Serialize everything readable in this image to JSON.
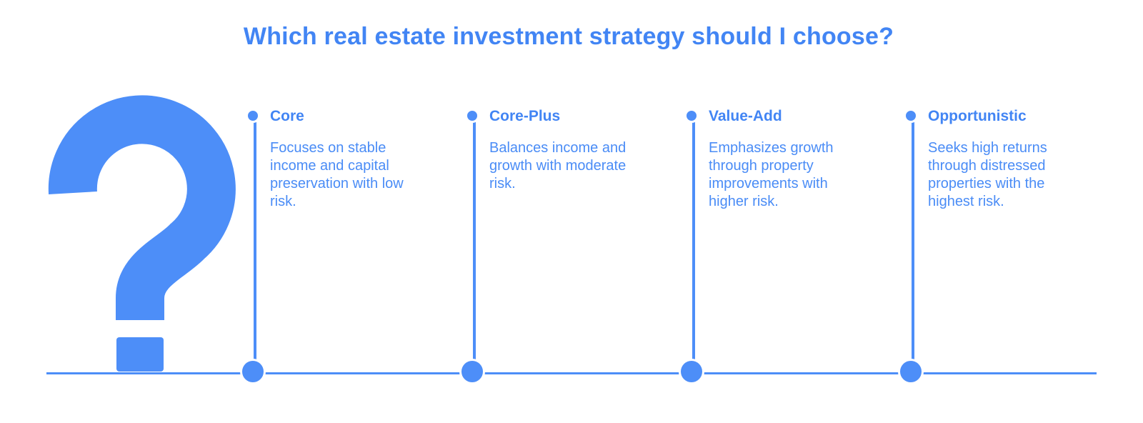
{
  "title": "Which real estate investment strategy should I choose?",
  "hero": {
    "glyph": "?"
  },
  "colors": {
    "accent": "#4285F4",
    "shape_blue": "#4D8EF8",
    "body_blue": "#4A8CF6",
    "background": "#FFFFFF"
  },
  "timeline": {
    "items": [
      {
        "label": "Core",
        "description": "Focuses on stable\nincome and capital\npreservation with low\nrisk."
      },
      {
        "label": "Core-Plus",
        "description": "Balances income and\ngrowth with moderate\nrisk."
      },
      {
        "label": "Value-Add",
        "description": "Emphasizes growth\nthrough property\nimprovements with\nhigher risk."
      },
      {
        "label": "Opportunistic",
        "description": "Seeks high returns\nthrough distressed\nproperties with the\nhighest risk."
      }
    ]
  }
}
